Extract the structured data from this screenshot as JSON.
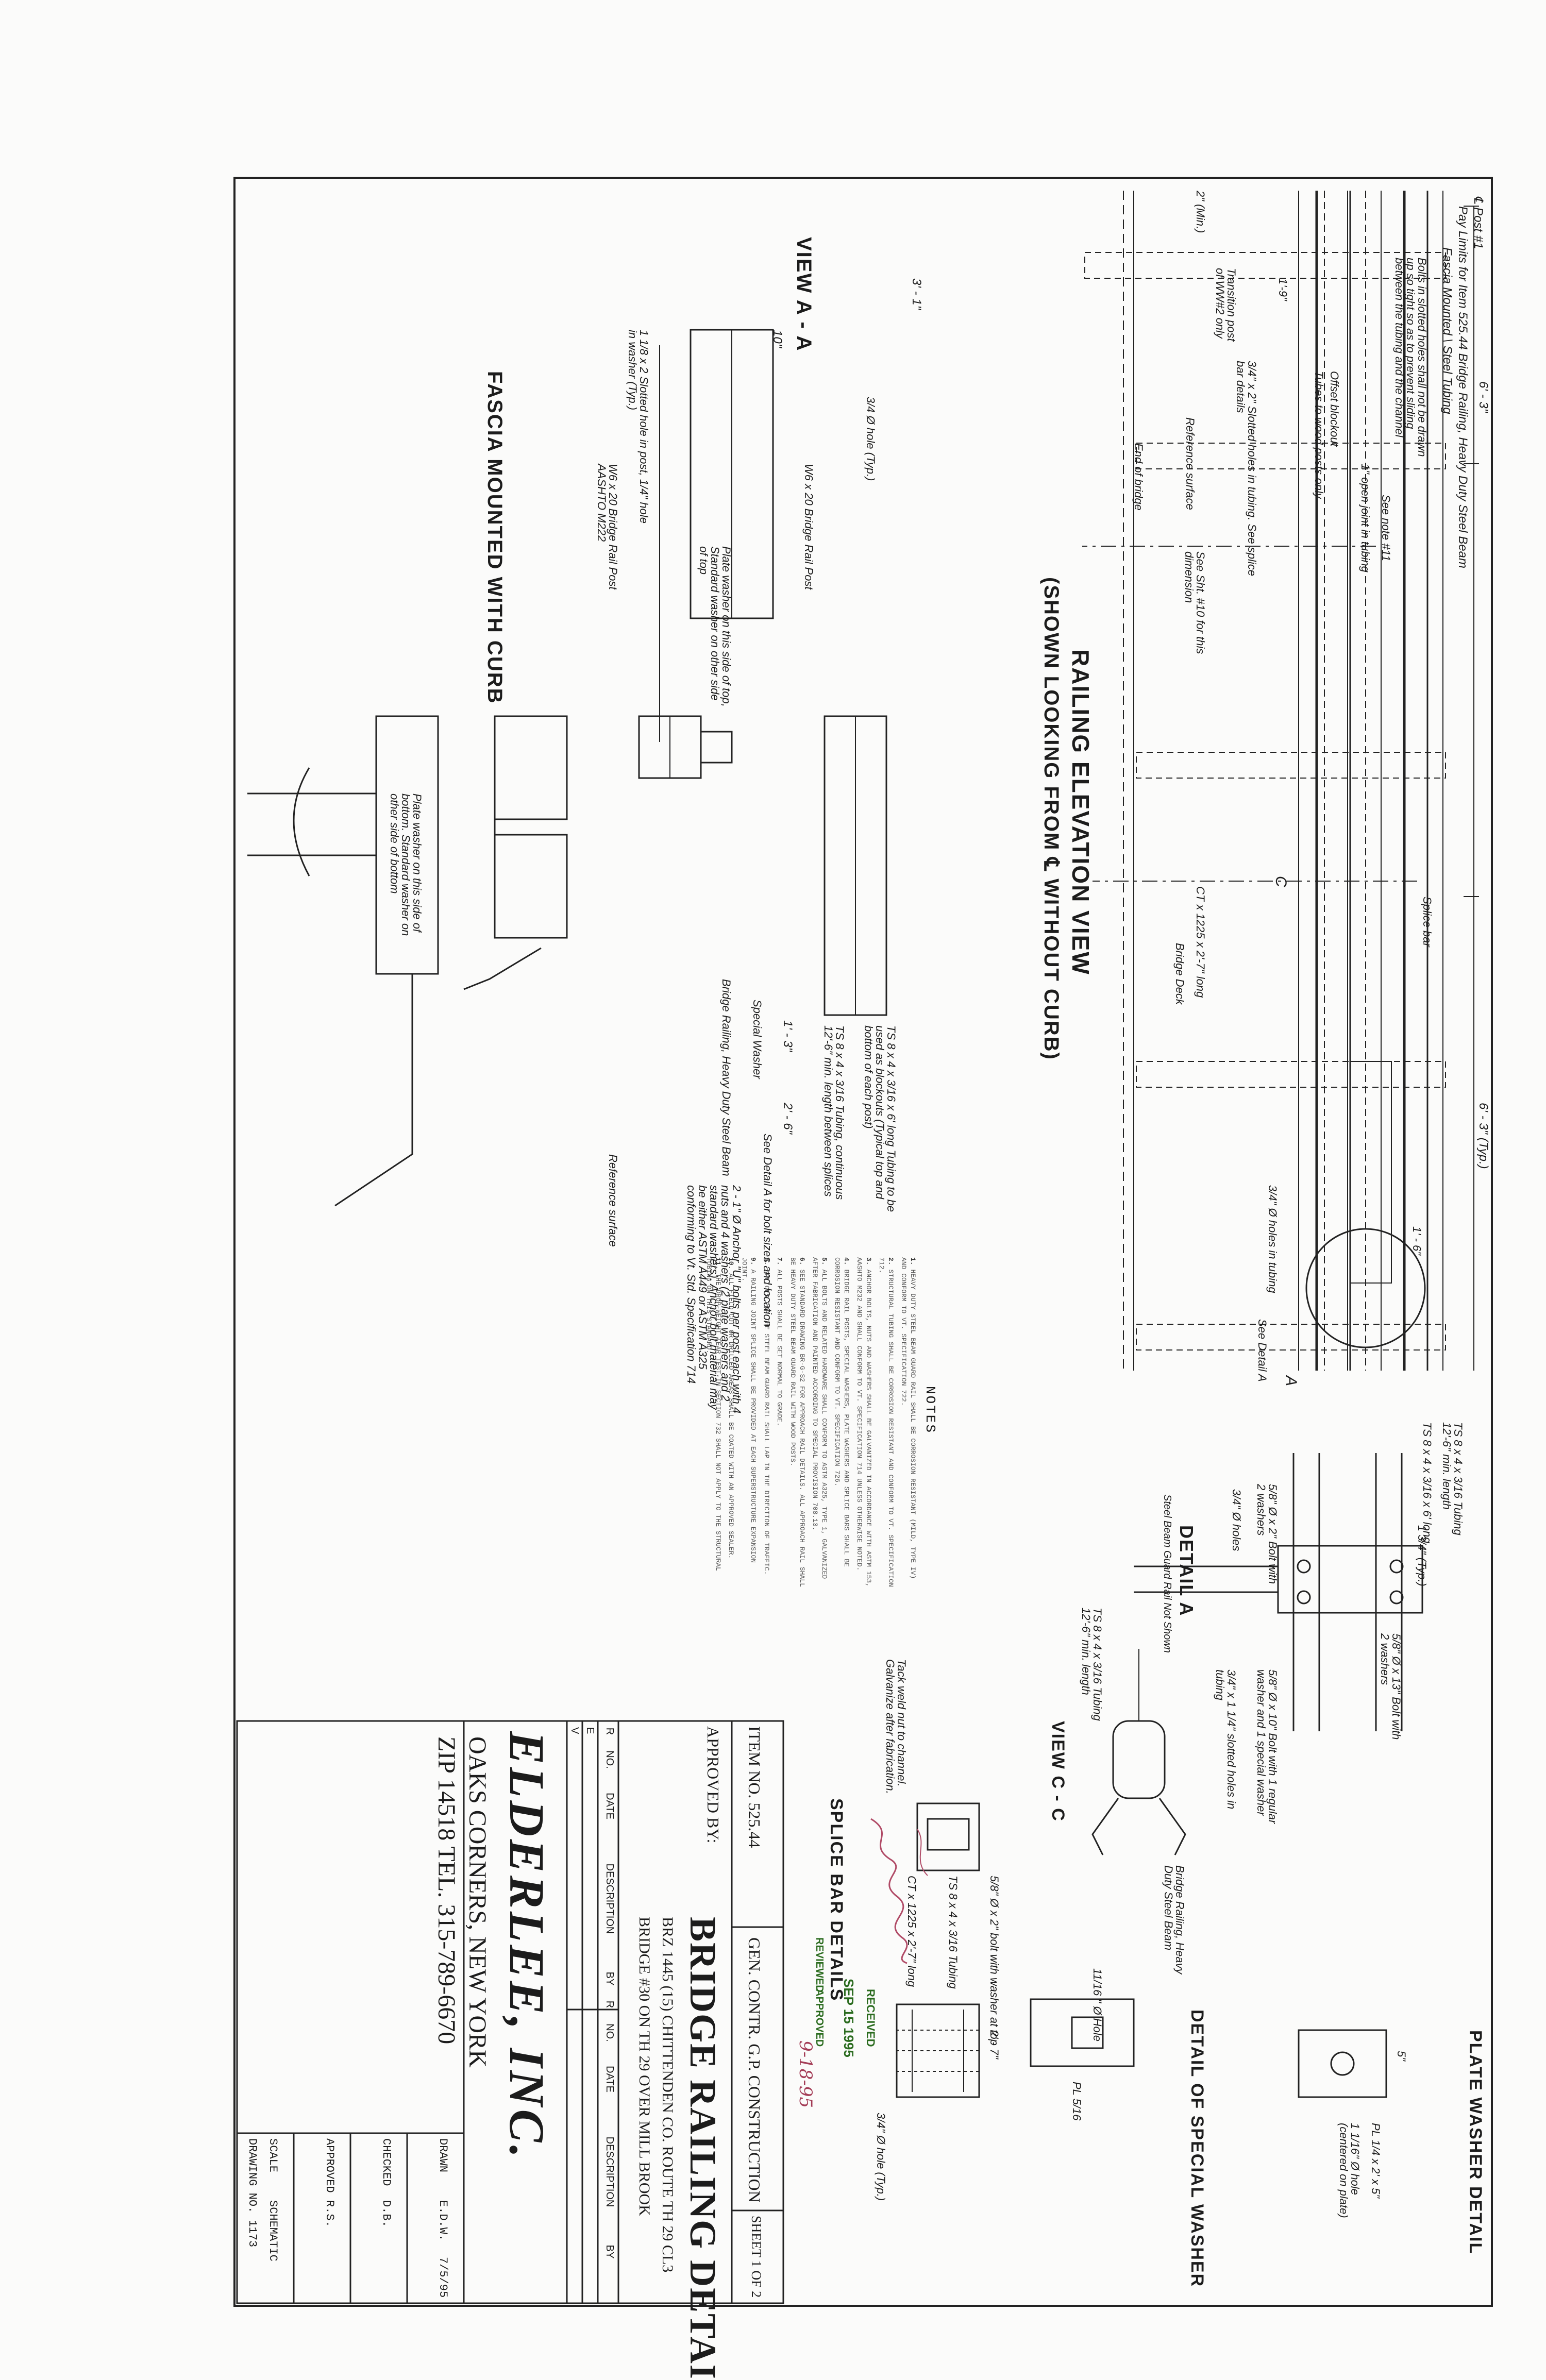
{
  "sheet": {
    "post_label": "℄ Post #1",
    "pay_limits": "Pay Limits for Item 525.44 Bridge Railing, Heavy Duty Steel Beam",
    "fascia_mounted": "Fascia Mounted \\ Steel Tubing",
    "dim_6_3": "6' - 3\"",
    "dim_6_3_typ": "6' - 3\" (Typ.)",
    "dim_2_min": "2\" (Min.)",
    "bolts_note": "Bolts in slotted holes shall not be drawn up so tight so as to prevent sliding between the tubing and the channel",
    "dim_1_9": "1'-9\"",
    "offset_blockout": "Offset blockout",
    "ties_note": "Tubes to wood posts only",
    "slotted_holes": "3/4\" x 2\" Slotted holes in tubing. See splice bar details",
    "see_note": "See note #11",
    "open_joint": "1\" open joint in tubing",
    "transition_post": "Transition post of WW#2 only",
    "reference_surface": "Reference surface",
    "end_of_bridge": "End of bridge",
    "see_sht": "See Sht. #10 for this dimension",
    "splice_bar": "Splice bar",
    "bridge_deck": "Bridge Deck",
    "ct_splice": "CT x 1225 x 2'-7\" long",
    "holes_tubing": "3/4\" Ø holes in tubing",
    "see_detail_a": "See Detail A",
    "dim_1_6": "1' - 6\"",
    "elev_title": "RAILING ELEVATION VIEW",
    "elev_subtitle": "(SHOWN LOOKING FROM ℄ WITHOUT CURB)",
    "sec_c": "C",
    "sec_a": "A",
    "detail_a_title": "DETAIL A",
    "detail_a_sub": "Steel Beam Guard Rail Not Shown",
    "detail_a_ts1": "TS 8 x 4 x 3/16 Tubing 12'-6\" min. length",
    "detail_a_ts2": "TS 8 x 4 x 3/16 x 6' long",
    "detail_a_bolt": "5/8\" Ø x 2\" Bolt with 2 washers",
    "detail_a_holes": "3/4\" Ø holes",
    "detail_a_bolt13": "5/8\" Ø x 13\" Bolt with 2 washers",
    "detail_a_bolt10": "5/8\" Ø x 10\" Bolt with 1 regular washer and 1 special washer",
    "detail_a_slots": "3/4\" x 1 1/4\" slotted holes in tubing",
    "detail_a_typ": "1 3/4\" (Typ.)",
    "view_cc_title": "VIEW C - C",
    "view_cc_ts": "TS 8 x 4 x 3/16 Tubing 12'-6\" min. length",
    "view_cc_rail": "Bridge Railing, Heavy Duty Steel Beam",
    "plate_washer_title": "PLATE WASHER DETAIL",
    "plate_washer_pl": "PL 1/4 x 2' x 5\"",
    "plate_washer_hole": "1 1/16\" Ø hole (centered on plate)",
    "plate_washer_5": "5\"",
    "special_washer_title": "DETAIL OF SPECIAL WASHER",
    "special_washer_hole": "11/16 \" Ø Hole",
    "special_washer_pl": "PL 5/16",
    "splice_title": "SPLICE BAR DETAILS",
    "splice_bolt": "5/8\" Ø x 2\" bolt with washer at top",
    "splice_ts": "TS 8 x 4 x 3/16 Tubing",
    "splice_ct": "CT x 1225 x 2'-7\" long",
    "splice_tack": "Tack weld nut to channel. Galvanize after fabrication.",
    "splice_holes": "3/4\" Ø hole (Typ.)",
    "splice_27": "2' - 7\"",
    "view_aa_title": "VIEW A - A",
    "fascia_title": "FASCIA MOUNTED WITH CURB",
    "aa_w6": "W6 x 20 Bridge Rail Post",
    "aa_hole": "3/4 Ø hole (Typ.)",
    "aa_slotted": "1 1/8 x 2 Slotted hole in post, 1/4\" hole in washer (Typ.)",
    "aa_plate": "Plate washer on this side of top, Standard washer on other side of top",
    "aa_w6_post": "W6 x 20 Bridge Rail Post AASHTO M222",
    "aa_ts_tube": "TS 8 x 4 x 3/16 x 6' long Tubing to be used as blockouts (Typical top and bottom of each post)",
    "aa_ts_cont": "TS 8 x 4 x 3/16 Tubing, continuous 12'-6\" min. length between splices",
    "aa_special": "Special Washer",
    "aa_rail": "Bridge Railing, Heavy Duty Steel Beam",
    "aa_see_detail": "See Detail A for bolt sizes and location",
    "aa_anchor": "2 - 1\" Ø Anchor \"U\" bolts per post each with 4 nuts and 4 washers (2 plate washers and 2 standard washers). Anchor bolt material may be either ASTM A449 or ASTM A325 conforming to Vt. Std. Specification 714",
    "aa_refsurf": "Reference surface",
    "aa_plate_bottom": "Plate washer on this side of bottom. Standard washer on other side of bottom",
    "dim_3_1": "3' - 1\"",
    "dim_2_6": "2' - 6\"",
    "dim_1_3": "1' - 3\"",
    "dim_10": "10\"",
    "notes_title": "NOTES",
    "notes": [
      {
        "num": "1.",
        "text": "HEAVY DUTY STEEL BEAM GUARD RAIL SHALL BE CORROSION RESISTANT (MILD, TYPE IV) AND CONFORM TO VT. SPECIFICATION 722."
      },
      {
        "num": "2.",
        "text": "STRUCTURAL TUBING SHALL BE CORROSION RESISTANT AND CONFORM TO VT. SPECIFICATION 712."
      },
      {
        "num": "3.",
        "text": "ANCHOR BOLTS, NUTS AND WASHERS SHALL BE GALVANIZED IN ACCORDANCE WITH ASTM 153, AASHTO M232 AND SHALL CONFORM TO VT. SPECIFICATION 714 UNLESS OTHERWISE NOTED."
      },
      {
        "num": "4.",
        "text": "BRIDGE RAIL POSTS, SPECIAL WASHERS, PLATE WASHERS AND SPLICE BARS SHALL BE CORROSION RESISTANT AND CONFORM TO VT. SPECIFICATION 726."
      },
      {
        "num": "5.",
        "text": "ALL BOLTS AND RELATED HARDWARE SHALL CONFORM TO ASTM A325, TYPE 1, GALVANIZED AFTER FABRICATION AND PAINTED ACCORDING TO SPECIAL PROVISION 708.13."
      },
      {
        "num": "6.",
        "text": "SEE STANDARD DRAWING BR-G-S2 FOR APPROACH RAIL DETAILS. ALL APPROACH RAIL SHALL BE HEAVY DUTY STEEL BEAM GUARD RAIL WITH WOOD POSTS."
      },
      {
        "num": "7.",
        "text": "ALL POSTS SHALL BE SET NORMAL TO GRADE."
      },
      {
        "num": "8.",
        "text": "SPLICES FOR THE STEEL BEAM GUARD RAIL SHALL LAP IN THE DIRECTION OF TRAFFIC."
      },
      {
        "num": "9.",
        "text": "A RAILING JOINT SPLICE SHALL BE PROVIDED AT EACH SUPERSTRUCTURE EXPANSION JOINT."
      },
      {
        "num": "10.",
        "text": "ALL FIELD CUT OR DRILLED AREAS SHALL BE COATED WITH AN APPROVED SEALER."
      },
      {
        "num": "11.",
        "text": "THE DROP-WEIGHT TEAR TEST IN SECTION 732 SHALL NOT APPLY TO THE STRUCTURAL TUBING ON THIS STANDARD."
      }
    ],
    "title_block": {
      "item_no": "ITEM NO. 525.44",
      "gen_contr": "GEN. CONTR. G.P. CONSTRUCTION",
      "sheet_no": "SHEET 1 OF 2",
      "approved_by": "APPROVED BY:",
      "title": "BRIDGE RAILING DETAILS",
      "line1": "BRZ 1445 (15) CHITTENDEN CO. ROUTE TH 29 CL3",
      "line2": "BRIDGE #30 ON TH 29 OVER MILL BROOK",
      "rev_headers": [
        "R",
        "NO.",
        "DATE",
        "DESCRIPTION",
        "BY",
        "R",
        "NO.",
        "DATE",
        "DESCRIPTION",
        "BY"
      ],
      "rev_rows": [
        "E",
        "V"
      ],
      "company": "ELDERLEE, INC.",
      "address": "OAKS CORNERS, NEW YORK",
      "zip": "ZIP 14518  TEL. 315-789-6670",
      "drawn": "DRAWN",
      "drawn_by": "E.D.W.",
      "drawn_date": "7/5/95",
      "checked": "CHECKED",
      "checked_by": "D.B.",
      "approved": "APPROVED",
      "approved_by_init": "R.S.",
      "scale": "SCALE",
      "scale_val": "SCHEMATIC",
      "drawing_no": "DRAWING NO. 1173",
      "received": "RECEIVED",
      "received_date": "SEP 15 1995",
      "recv_date2": "9-18-95",
      "reviewed": "REVIEWED",
      "approved_stamp": "APPROVED"
    }
  }
}
